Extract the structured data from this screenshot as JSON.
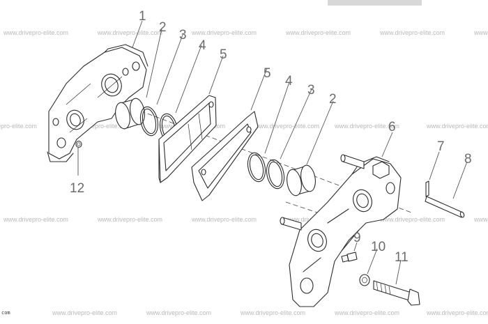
{
  "watermark": "www.drivepro-elite.com",
  "corner_watermark": "com",
  "labels": {
    "part_1": "1",
    "part_2_left": "2",
    "part_3_left": "3",
    "part_4_left": "4",
    "part_5_left": "5",
    "part_5_right": "5",
    "part_4_right": "4",
    "part_3_right": "3",
    "part_2_right": "2",
    "part_6": "6",
    "part_7": "7",
    "part_8": "8",
    "part_9": "9",
    "part_10": "10",
    "part_11": "11",
    "part_12": "12"
  }
}
